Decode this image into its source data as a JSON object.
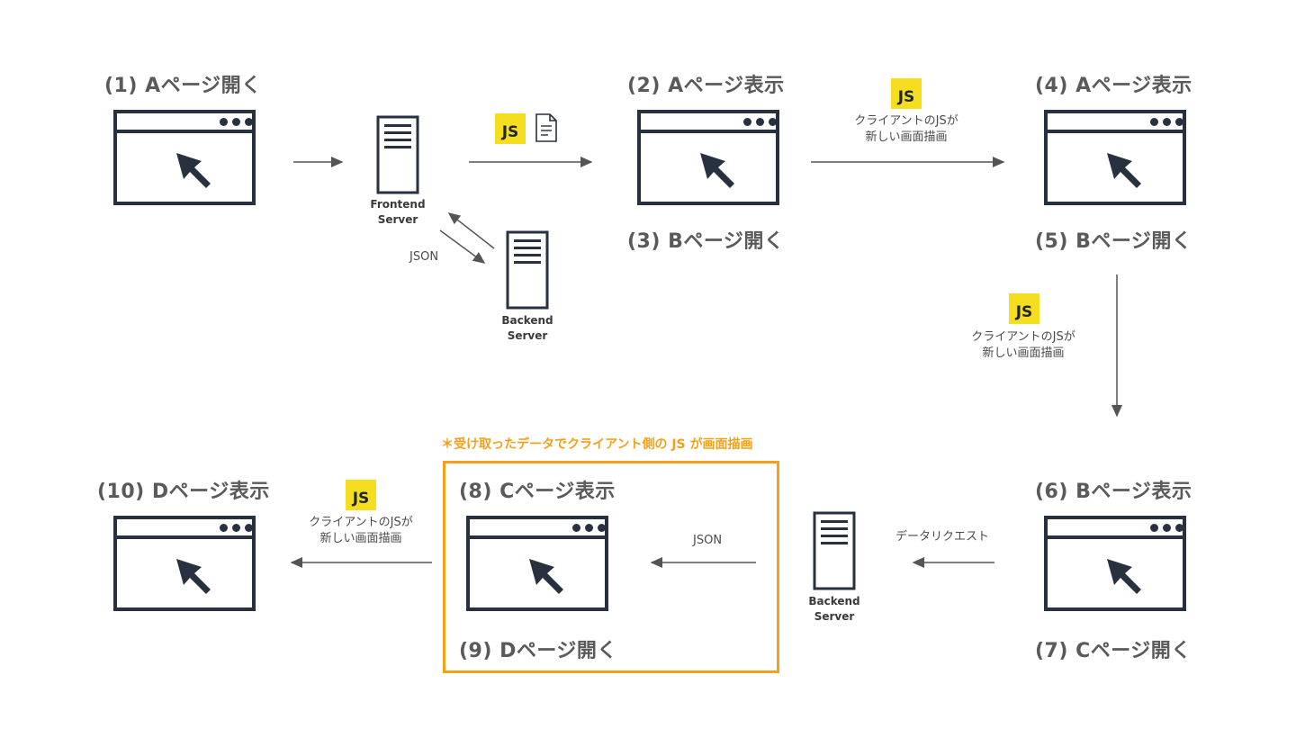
{
  "steps": {
    "s1": "(1) Aページ開く",
    "s2": "(2) Aページ表示",
    "s3": "(3) Bページ開く",
    "s4": "(4) Aページ表示",
    "s5": "(5) Bページ開く",
    "s6": "(6) Bページ表示",
    "s7": "(7) Cページ開く",
    "s8": "(8) Cページ表示",
    "s9": "(9) Dページ開く",
    "s10": "(10) Dページ表示"
  },
  "js_badge": "JS",
  "render_caption_line1": "クライアントのJSが",
  "render_caption_line2": "新しい画面描画",
  "servers": {
    "frontend_line1": "Frontend",
    "frontend_line2": "Server",
    "backend_line1": "Backend",
    "backend_line2": "Server"
  },
  "json_label": "JSON",
  "data_request_label": "データリクエスト",
  "note": "＊受け取ったデータでクライアント側の JS が画面描画",
  "colors": {
    "icon": "#273140",
    "js_yellow": "#f5dd1f",
    "highlight_orange": "#f6a01a",
    "label_gray": "#5a5a5a",
    "arrow_gray": "#555555"
  },
  "icons": [
    "browser-window-icon",
    "cursor-arrow-icon",
    "server-icon",
    "document-icon",
    "arrow-icon"
  ]
}
